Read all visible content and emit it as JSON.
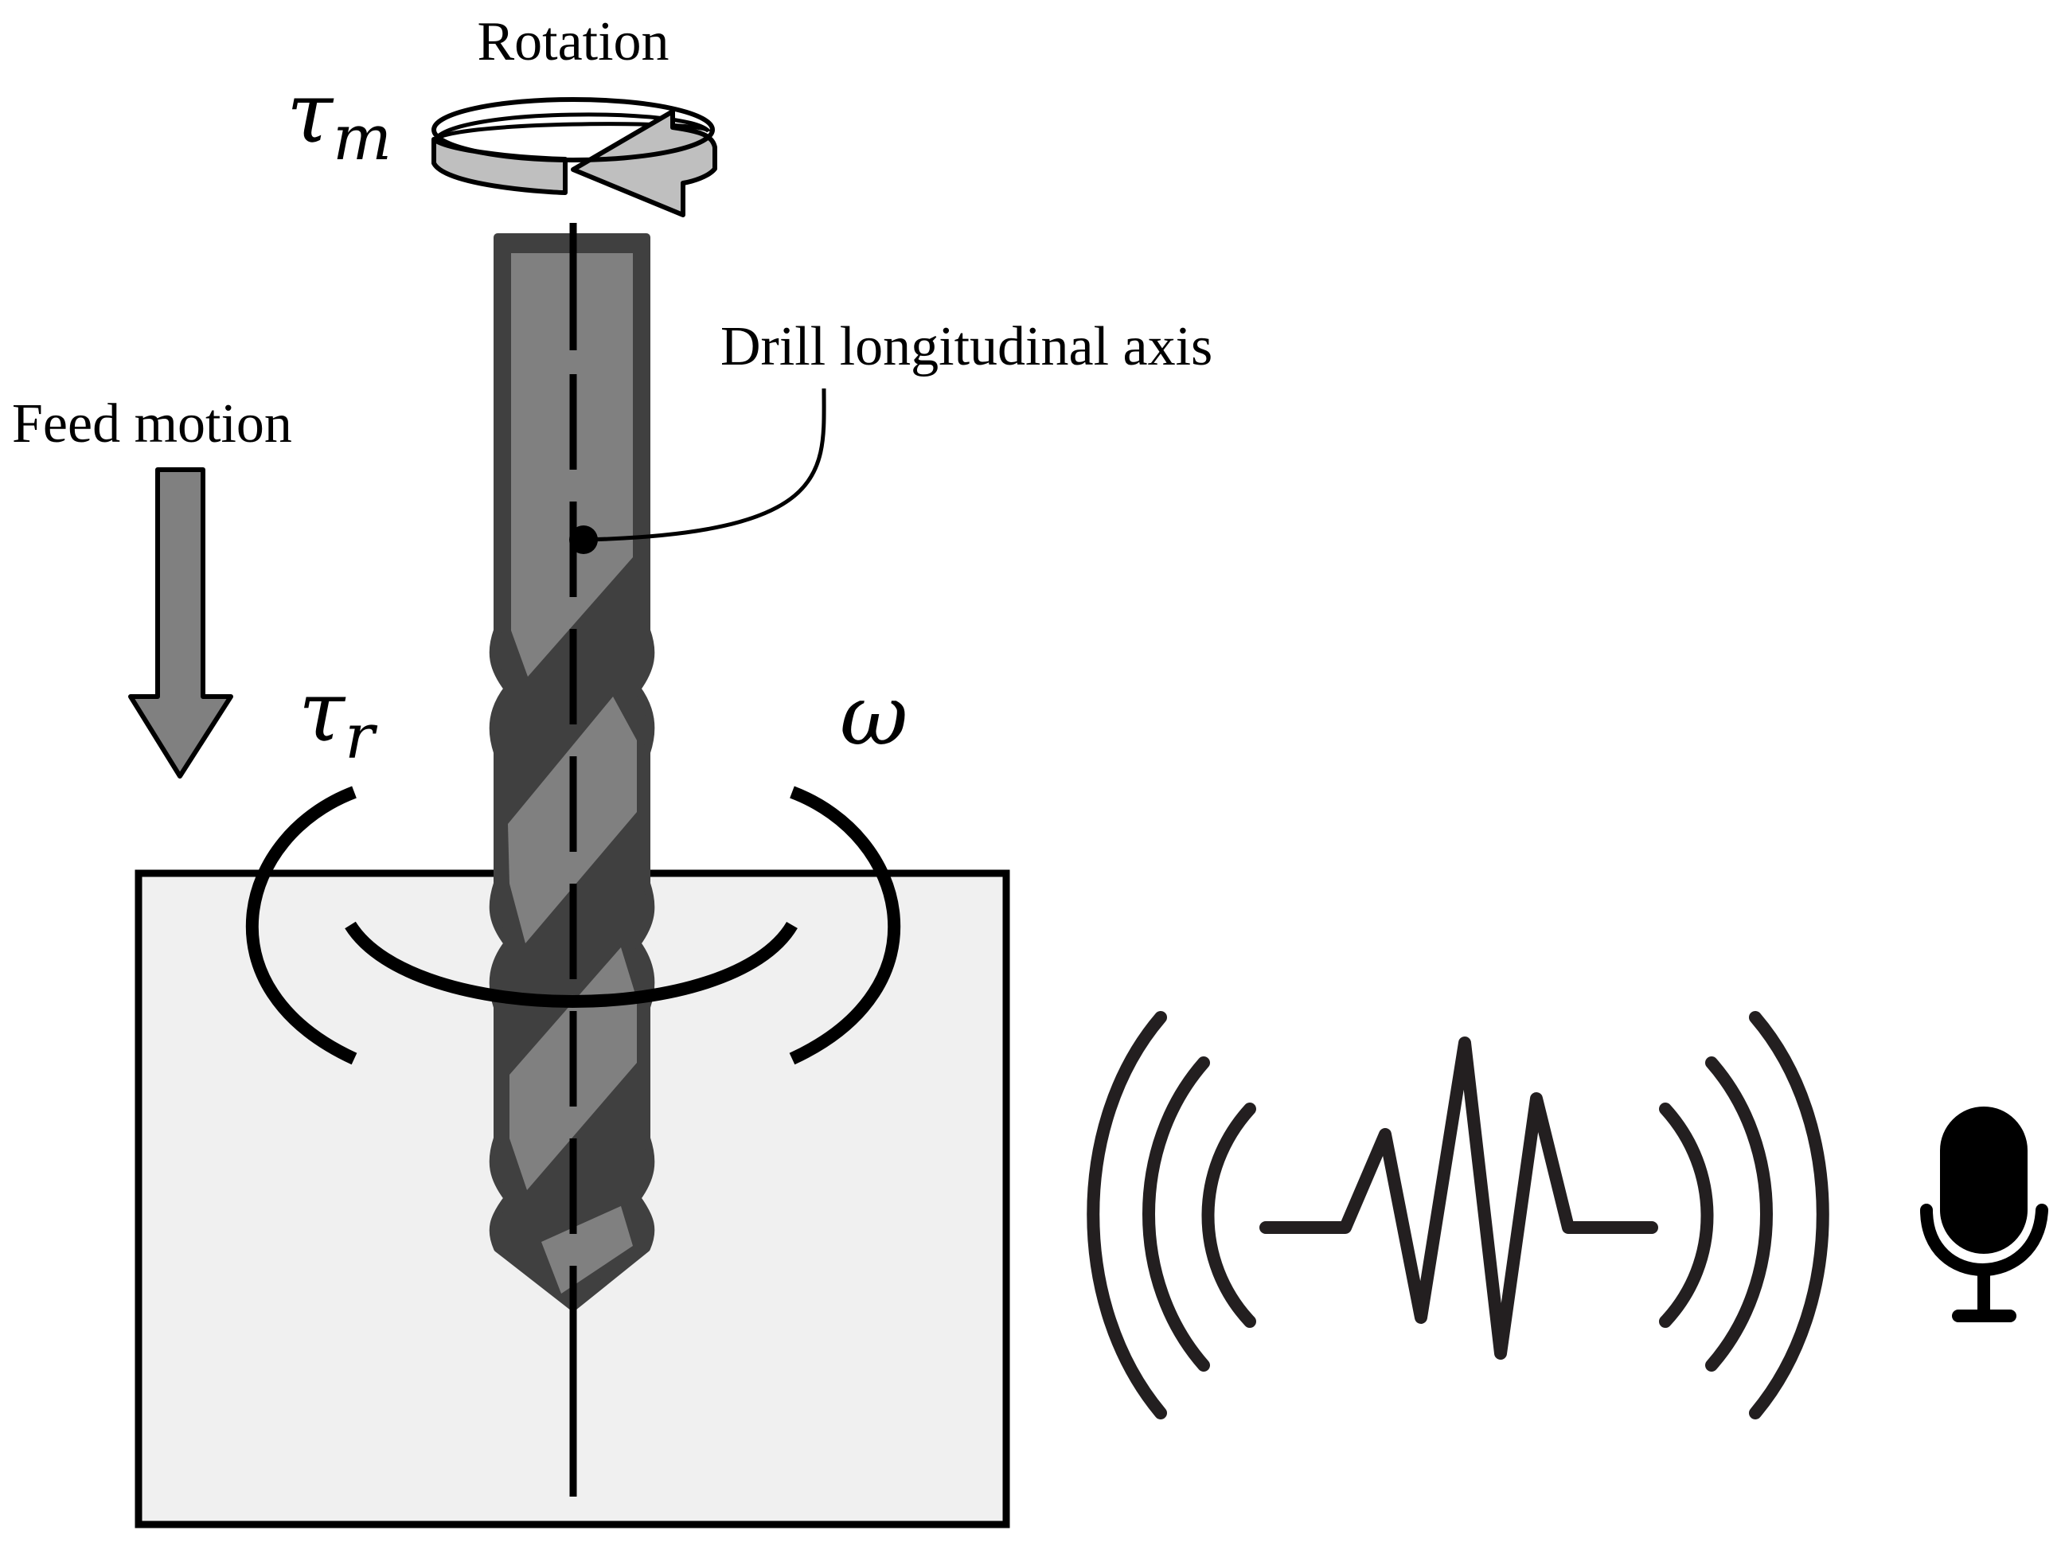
{
  "labels": {
    "rotation": "Rotation",
    "feed_motion": "Feed motion",
    "drill_axis": "Drill longitudinal axis",
    "tau_m_base": "τ",
    "tau_m_sub": "m",
    "tau_r_base": "τ",
    "tau_r_sub": "r",
    "omega": "ω"
  },
  "colors": {
    "drill_dark": "#404040",
    "drill_light": "#808080",
    "workpiece_fill": "#f0f0f0",
    "arrow_fill": "#bfbfbf",
    "feed_arrow_fill": "#808080",
    "sound_wave": "#231f20",
    "microphone": "#000000"
  },
  "icons": {
    "microphone": "microphone-icon",
    "sound": "sound-wave-icon"
  }
}
